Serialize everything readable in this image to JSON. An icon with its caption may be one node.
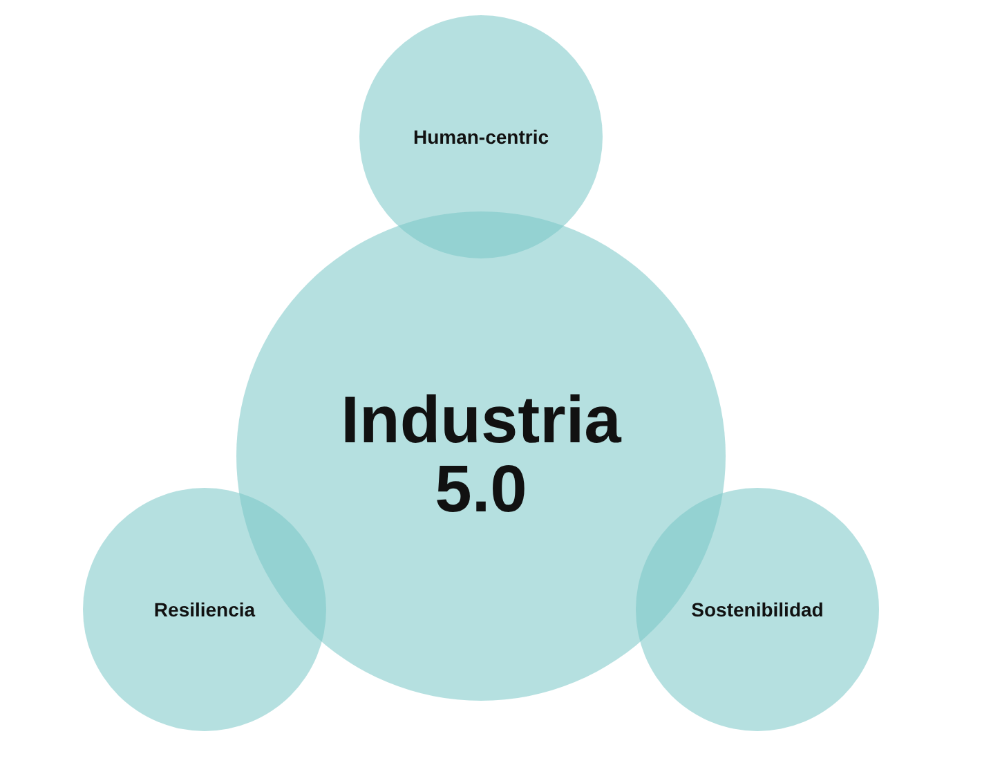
{
  "diagram": {
    "nodes": [
      {
        "text": [
          "Human-centric"
        ]
      },
      {
        "text": [
          "Industria 5.0"
        ]
      },
      {
        "text": [
          "Resiliencia"
        ]
      },
      {
        "text": [
          "Sostenibilidad"
        ]
      }
    ]
  }
}
